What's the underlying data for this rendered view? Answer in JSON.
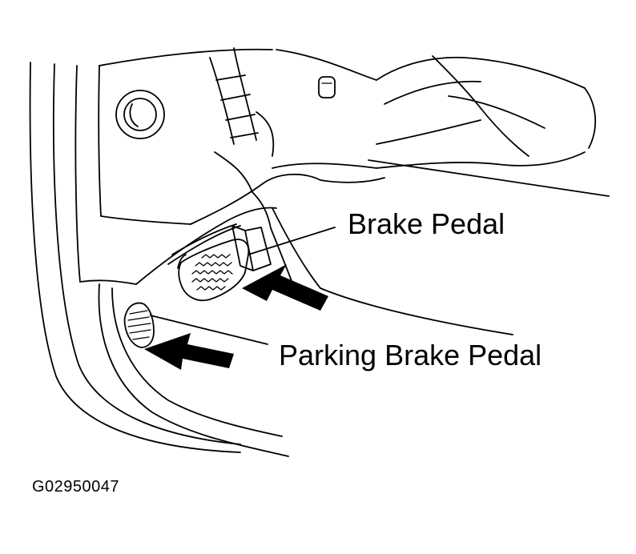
{
  "labels": {
    "brake_pedal": "Brake Pedal",
    "parking_brake_pedal": "Parking Brake Pedal"
  },
  "figure_id": "G02950047",
  "colors": {
    "line": "#000000",
    "background": "#ffffff"
  }
}
